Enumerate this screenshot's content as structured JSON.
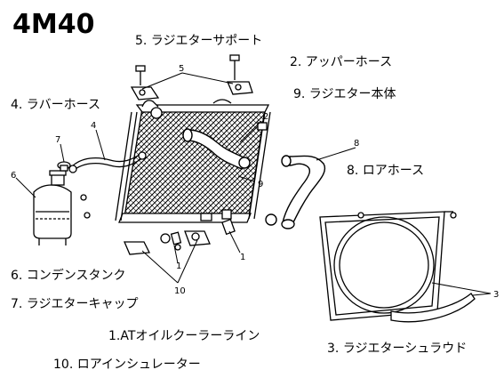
{
  "title": "4M40",
  "labels": {
    "l5": "5. ラジエターサポート",
    "l2": "2. アッパーホース",
    "l9": "9. ラジエター本体",
    "l4": "4. ラバーホース",
    "l8": "8. ロアホース",
    "l6": "6. コンデンスタンク",
    "l7": "7. ラジエターキャップ",
    "l1": "1.ATオイルクーラーライン",
    "l3": "3. ラジエターシュラウド",
    "l10": "10. ロアインシュレーター"
  },
  "callouts": {
    "n1a": "1",
    "n1b": "1",
    "n2": "2",
    "n3": "3",
    "n4": "4",
    "n5": "5",
    "n6": "6",
    "n7": "7",
    "n8": "8",
    "n9": "9",
    "n10": "10"
  }
}
